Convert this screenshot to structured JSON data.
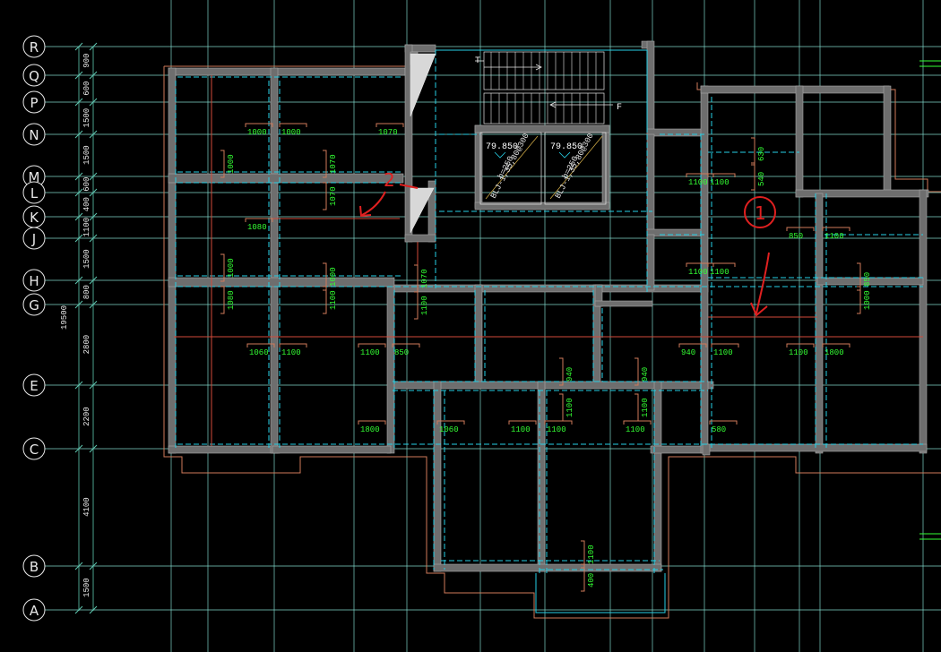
{
  "drawing": {
    "colors": {
      "background": "#000000",
      "grid": "#7fd4c8",
      "dim": "#5ec8b0",
      "wall_fill": "#6e6e6e",
      "wall_edge": "#a0a0a0",
      "cyan": "#26d0e6",
      "salmon": "#d07a5a",
      "green_text": "#33ff33",
      "red_note": "#e02020",
      "red_line": "#d24a3a"
    },
    "axes": [
      "R",
      "Q",
      "P",
      "N",
      "M",
      "L",
      "K",
      "J",
      "H",
      "G",
      "E",
      "C",
      "B",
      "A"
    ],
    "dimensions": [
      "900",
      "600",
      "1500",
      "1500",
      "600",
      "400",
      "1100",
      "1500",
      "800",
      "2800",
      "2200",
      "4100",
      "1500"
    ],
    "total_dimension": "19500",
    "elevations": [
      "79.850",
      "79.850"
    ],
    "stair_notes": [
      "b=250",
      "b=250",
      "BLJ-1,35,80@300",
      "BLJ-1,35,80@300"
    ],
    "beam_labels": [
      "1000",
      "1000",
      "1070",
      "1000",
      "1070",
      "1070",
      "1000",
      "1000",
      "1080",
      "1000",
      "1070",
      "1100",
      "1070",
      "1100",
      "1060",
      "1100",
      "1100",
      "850",
      "940",
      "1100",
      "1100",
      "1800",
      "940",
      "940",
      "1100",
      "1100",
      "1800",
      "1060",
      "1100",
      "1100",
      "1100",
      "580",
      "1100",
      "1100",
      "630",
      "540",
      "1100",
      "1100",
      "850",
      "1100",
      "850",
      "1000",
      "400",
      "1100"
    ],
    "annotations": [
      "2",
      "1"
    ]
  }
}
